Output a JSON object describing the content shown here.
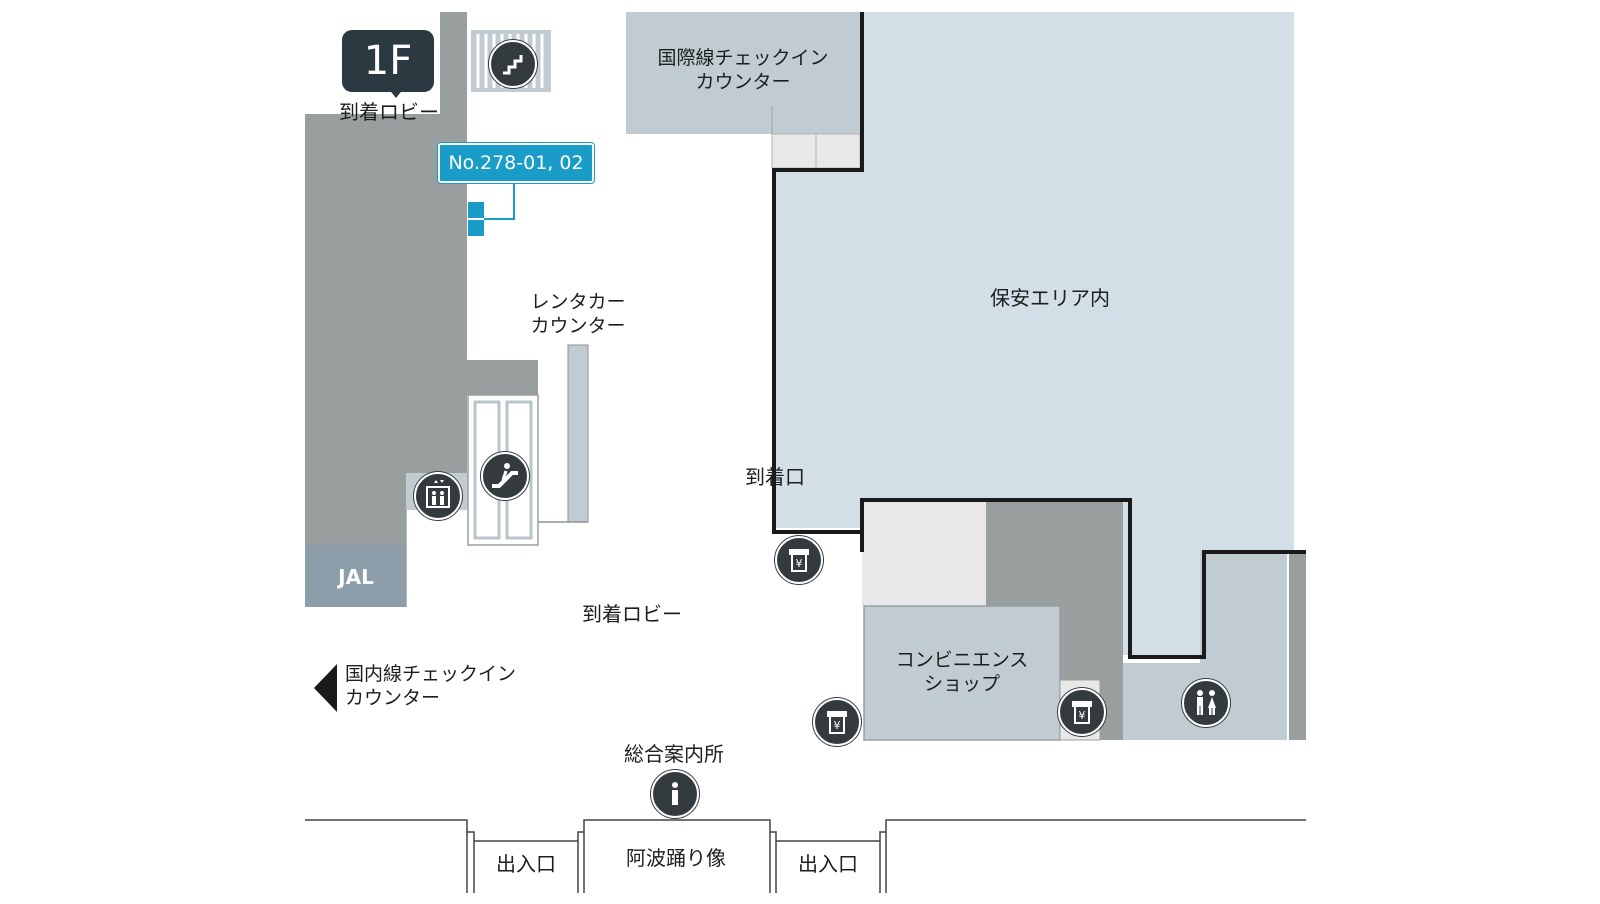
{
  "floor": "1F",
  "labels": {
    "arrival_lobby_top": "到着ロビー",
    "spot_number": "No.278-01, 02",
    "intl_checkin": "国際線チェックイン\nカウンター",
    "rental_car": "レンタカー\nカウンター",
    "security_area": "保安エリア内",
    "arrival_gate": "到着口",
    "jal": "JAL",
    "arrival_lobby_main": "到着ロビー",
    "domestic_checkin": "国内線チェックイン\nカウンター",
    "convenience_store": "コンビニエンス\nショップ",
    "information": "総合案内所",
    "entrance_left": "出入口",
    "awa_odori_statue": "阿波踊り像",
    "entrance_right": "出入口"
  },
  "icons": {
    "stairs": "stairs-icon",
    "escalator": "escalator-icon",
    "elevator": "elevator-icon",
    "atm": "atm-icon",
    "restroom": "restroom-icon",
    "information": "information-icon"
  },
  "colors": {
    "security_area": "#d3dfe7",
    "dark_zone": "#999f9f",
    "counter_zone": "#c0ccd2",
    "jal_block": "#8b9ea9",
    "spot_blue": "#1a9cc9",
    "icon_dark": "#333b3e",
    "badge_dark": "#2b3a40"
  }
}
